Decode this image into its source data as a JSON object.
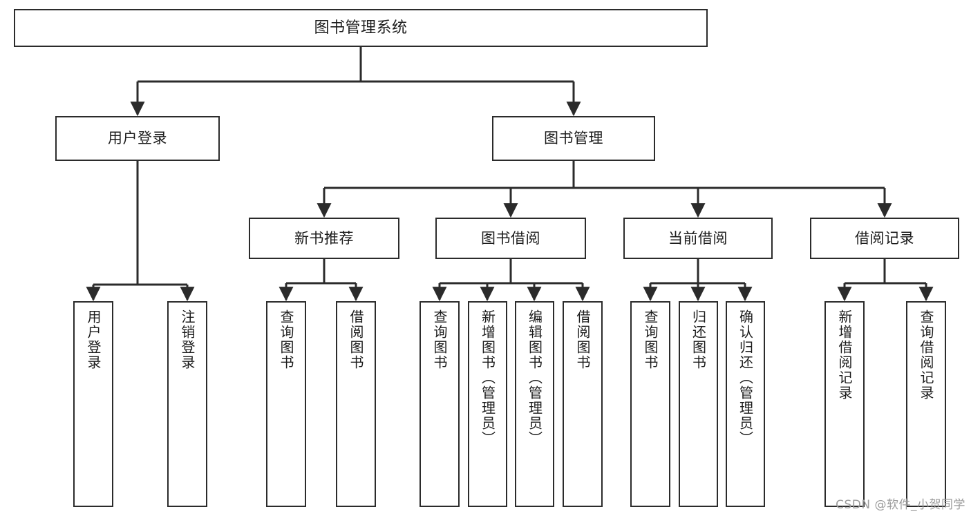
{
  "diagram": {
    "title": "图书管理系统",
    "type": "tree-hierarchy",
    "watermark": "CSDN @软件_小贺同学",
    "colors": {
      "box_border": "#2b2b2b",
      "box_fill": "#ffffff",
      "connector": "#2b2b2b",
      "text": "#1c1c1c",
      "watermark": "#9b9b9b",
      "background": "#ffffff"
    },
    "root": {
      "id": "root",
      "label": "图书管理系统"
    },
    "level2": [
      {
        "id": "user-login",
        "label": "用户登录"
      },
      {
        "id": "book-manage",
        "label": "图书管理"
      }
    ],
    "level3": [
      {
        "id": "new-book-rec",
        "label": "新书推荐",
        "parent": "book-manage"
      },
      {
        "id": "book-borrow",
        "label": "图书借阅",
        "parent": "book-manage"
      },
      {
        "id": "current-borrow",
        "label": "当前借阅",
        "parent": "book-manage"
      },
      {
        "id": "borrow-record",
        "label": "借阅记录",
        "parent": "book-manage"
      }
    ],
    "leaves": [
      {
        "id": "leaf-user-login",
        "label": "用户登录",
        "parent": "user-login"
      },
      {
        "id": "leaf-user-logout",
        "label": "注销登录",
        "parent": "user-login"
      },
      {
        "id": "leaf-query-book-1",
        "label": "查询图书",
        "parent": "new-book-rec"
      },
      {
        "id": "leaf-borrow-book-1",
        "label": "借阅图书",
        "parent": "new-book-rec"
      },
      {
        "id": "leaf-query-book-2",
        "label": "查询图书",
        "parent": "book-borrow"
      },
      {
        "id": "leaf-add-book",
        "label": "新增图书（管理员）",
        "parent": "book-borrow"
      },
      {
        "id": "leaf-edit-book",
        "label": "编辑图书（管理员）",
        "parent": "book-borrow"
      },
      {
        "id": "leaf-borrow-book-2",
        "label": "借阅图书",
        "parent": "book-borrow"
      },
      {
        "id": "leaf-query-book-3",
        "label": "查询图书",
        "parent": "current-borrow"
      },
      {
        "id": "leaf-return-book",
        "label": "归还图书",
        "parent": "current-borrow"
      },
      {
        "id": "leaf-confirm-return",
        "label": "确认归还（管理员）",
        "parent": "current-borrow"
      },
      {
        "id": "leaf-add-record",
        "label": "新增借阅记录",
        "parent": "borrow-record"
      },
      {
        "id": "leaf-query-record",
        "label": "查询借阅记录",
        "parent": "borrow-record"
      }
    ]
  }
}
